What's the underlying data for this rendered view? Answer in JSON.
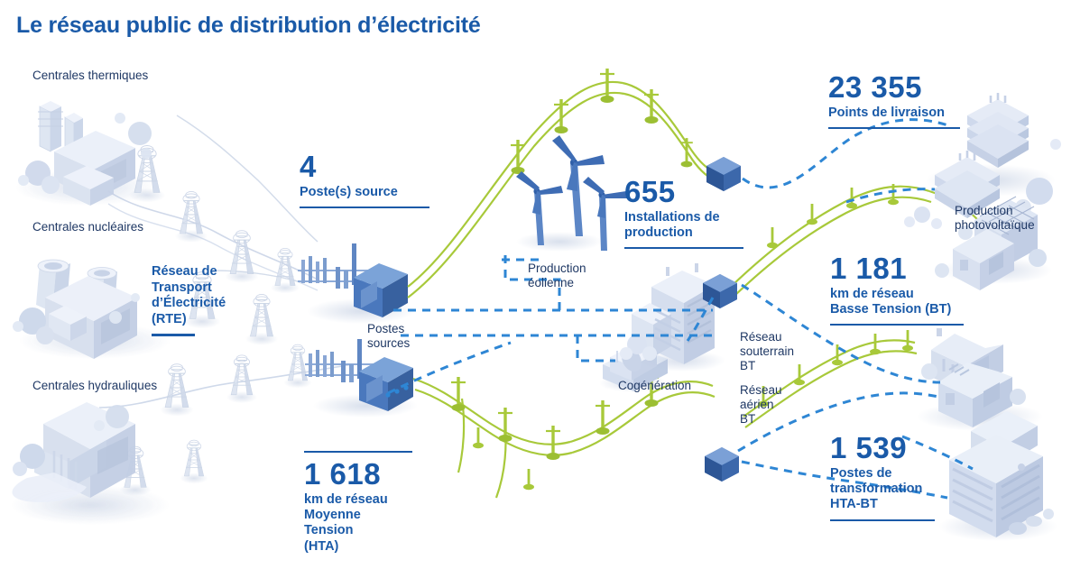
{
  "page": {
    "title": "Le réseau public de distribution d’électricité",
    "accent_blue": "#1a5aa8",
    "caption_navy": "#1f3864",
    "network_green": "#a8c93a",
    "dashed_blue": "#2e86d4",
    "illustration_grey_blue": "#ccd6e8"
  },
  "captions": {
    "centrales_thermiques": "Centrales thermiques",
    "centrales_nucleaires": "Centrales nucléaires",
    "centrales_hydrauliques": "Centrales hydrauliques",
    "postes_sources": "Postes\nsources",
    "production_eolienne": "Production\néolienne",
    "cogeneration": "Cogénération",
    "reseau_souterrain_bt": "Réseau\nsouterrain\nBT",
    "reseau_aerien_bt": "Réseau\naérien\nBT",
    "production_photovoltaique": "Production\nphotovoltaïque"
  },
  "rte": {
    "label": "Réseau de\nTransport\nd’Électricité\n(RTE)"
  },
  "stats": [
    {
      "id": "poste-source",
      "number": "4",
      "label": "Poste(s) source",
      "rule": "bottom"
    },
    {
      "id": "installations-production",
      "number": "655",
      "label": "Installations de\nproduction",
      "rule": "bottom"
    },
    {
      "id": "points-livraison",
      "number": "23 355",
      "label": "Points de livraison",
      "rule": "bottom"
    },
    {
      "id": "reseau-bt",
      "number": "1 181",
      "label": "km de réseau\nBasse Tension (BT)",
      "rule": "bottom"
    },
    {
      "id": "reseau-hta",
      "number": "1 618",
      "label": "km de réseau\nMoyenne Tension\n(HTA)",
      "rule": "top"
    },
    {
      "id": "postes-transformation",
      "number": "1 539",
      "label": "Postes de\ntransformation\nHTA-BT",
      "rule": "bottom"
    }
  ],
  "icons": {
    "thermal_plant": "thermal-power-plant-icon",
    "nuclear_plant": "nuclear-power-plant-icon",
    "hydro_plant": "hydro-power-plant-icon",
    "pylon": "transmission-pylon-icon",
    "substation": "substation-icon",
    "wind_turbine": "wind-turbine-icon",
    "cogeneration_unit": "cogeneration-unit-icon",
    "office_tower": "office-tower-icon",
    "delivery_point": "delivery-point-stack-icon",
    "solar_house": "solar-panel-house-icon",
    "house": "house-icon",
    "transformer_station": "transformer-station-icon",
    "node_cube": "network-node-cube-icon",
    "lv_pole": "low-voltage-pole-icon"
  }
}
